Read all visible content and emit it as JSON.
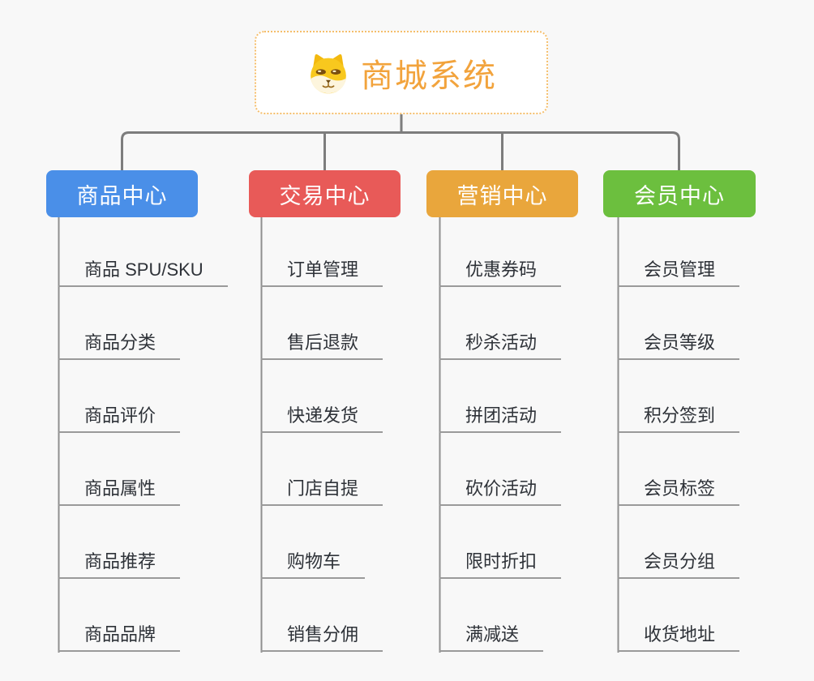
{
  "root": {
    "title": "商城系统",
    "title_color": "#f2a33c",
    "border_color": "#f5be6b",
    "icon": "doge-icon"
  },
  "branches": [
    {
      "label": "商品中心",
      "color": "#4a8fe8",
      "children": [
        "商品 SPU/SKU",
        "商品分类",
        "商品评价",
        "商品属性",
        "商品推荐",
        "商品品牌"
      ]
    },
    {
      "label": "交易中心",
      "color": "#e85a58",
      "children": [
        "订单管理",
        "售后退款",
        "快递发货",
        "门店自提",
        "购物车",
        "销售分佣"
      ]
    },
    {
      "label": "营销中心",
      "color": "#e9a63c",
      "children": [
        "优惠券码",
        "秒杀活动",
        "拼团活动",
        "砍价活动",
        "限时折扣",
        "满减送"
      ]
    },
    {
      "label": "会员中心",
      "color": "#6cbf3e",
      "children": [
        "会员管理",
        "会员等级",
        "积分签到",
        "会员标签",
        "会员分组",
        "收货地址"
      ]
    }
  ],
  "colors": {
    "canvas_background": "#f8f8f8",
    "connector": "#7d7d7d",
    "leaf_line": "#9a9a9a",
    "leaf_text": "#2e3238"
  }
}
